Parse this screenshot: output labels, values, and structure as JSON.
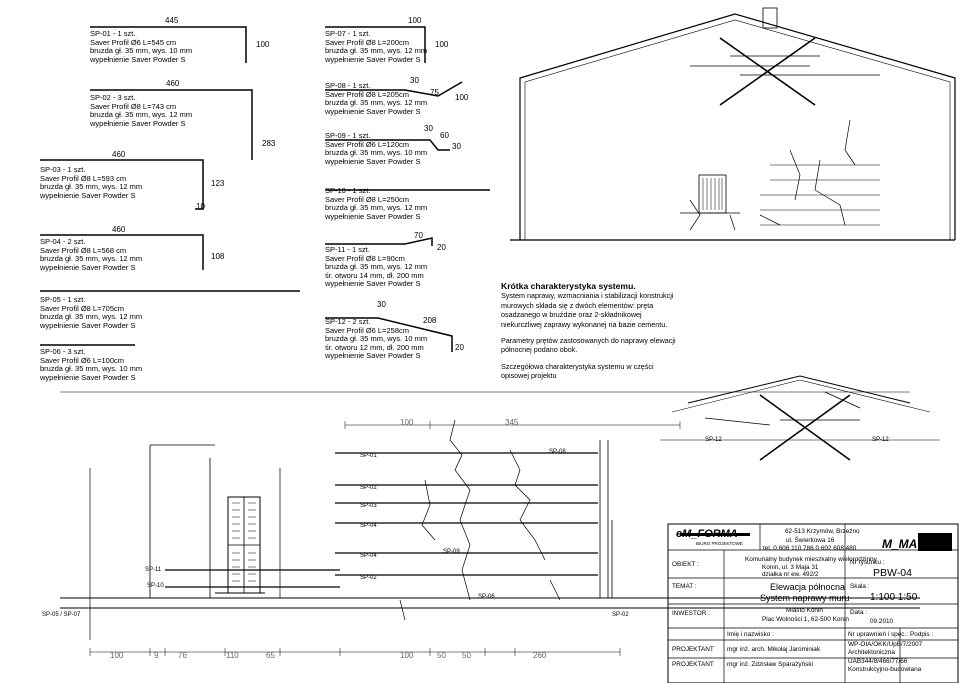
{
  "bars": {
    "sp01": [
      "SP-01 - 1 szt.",
      "Saver Profil Ø6 L=545 cm",
      "bruzda gł. 35 mm, wys. 10 mm",
      "wypełnienie Saver Powder S"
    ],
    "sp07": [
      "SP-07 - 1 szt.",
      "Saver Profil Ø8 L=200cm",
      "bruzda gł. 35 mm, wys. 12 mm",
      "wypełnienie Saver Powder S"
    ],
    "sp02": [
      "SP-02 - 3 szt.",
      "Saver Profil Ø8 L=743 cm",
      "bruzda gł. 35 mm, wys. 12 mm",
      "wypełnienie Saver Powder S"
    ],
    "sp08": [
      "SP-08 - 1 szt.",
      "Saver Profil Ø8 L=205cm",
      "bruzda gł. 35 mm, wys. 12 mm",
      "wypełnienie Saver Powder S"
    ],
    "sp09": [
      "SP-09 - 1 szt.",
      "Saver Profil Ø6 L=120cm",
      "bruzda gł. 35 mm, wys. 10 mm",
      "wypełnienie Saver Powder S"
    ],
    "sp03": [
      "SP-03 - 1 szt.",
      "Saver Profil Ø8 L=593 cm",
      "bruzda gł. 35 mm, wys. 12 mm",
      "wypełnienie Saver Powder S"
    ],
    "sp10": [
      "SP-10 - 1 szt.",
      "Saver Profil Ø8 L=250cm",
      "bruzda gł. 35 mm, wys. 12 mm",
      "wypełnienie Saver Powder S"
    ],
    "sp04": [
      "SP-04 - 2 szt.",
      "Saver Profil Ø8 L=568 cm",
      "bruzda gł. 35 mm, wys. 12 mm",
      "wypełnienie Saver Powder S"
    ],
    "sp11": [
      "SP-11 - 1 szt.",
      "Saver Profil Ø8 L=90cm",
      "bruzda gł. 35 mm, wys. 12 mm",
      "śr. otworu 14 mm, dł. 200 mm",
      "wypełnienie Saver Powder S"
    ],
    "sp05": [
      "SP-05 - 1 szt.",
      "Saver Profil Ø8 L=705cm",
      "bruzda gł. 35 mm, wys. 12 mm",
      "wypełnienie Saver Powder S"
    ],
    "sp12": [
      "SP-12 - 2 szt.",
      "Saver Profil Ø6 L=258cm",
      "bruzda gł. 35 mm, wys. 10 mm",
      "śr. otworu 12 mm, dł. 200 mm",
      "wypełnienie Saver Powder S"
    ],
    "sp06": [
      "SP-06 - 3 szt.",
      "Saver Profil Ø6 L=100cm",
      "bruzda gł. 35 mm, wys. 10 mm",
      "wypełnienie Saver Powder S"
    ]
  },
  "dims": {
    "d0": "445",
    "d1": "100",
    "d2": "100",
    "d3": "100",
    "d4": "460",
    "d5": "283",
    "d6": "460",
    "d7": "123",
    "d8": "10",
    "d9": "30",
    "d10": "75",
    "d11": "100",
    "d12": "30",
    "d13": "60",
    "d14": "30",
    "d15": "460",
    "d16": "108",
    "d17": "70",
    "d18": "20",
    "d19": "30",
    "d20": "208",
    "d21": "20"
  },
  "description": {
    "heading": "Krótka charakterystyka systemu.",
    "lines": [
      "System naprawy, wzmacniania i stabilizacji konstrukcji",
      "murowych składa się z dwóch elementów: pręta",
      "osadzanego w bruździe oraz 2-składnikowej",
      "niekurczliwej zaprawy wykonanej na bazie cementu.",
      "",
      "Parametry prętów zastosowanych do naprawy elewacji",
      "północnej podano obok.",
      "Szczegółowa charakterystyka systemu w części",
      "opisowej projektu"
    ]
  },
  "elevation": {
    "labels": {
      "12a": "SP-12",
      "12b": "SP-12",
      "sp01": "SP-01",
      "sp08": "SP-08",
      "sp02": "SP-02",
      "sp03": "SP-03",
      "sp04": "SP-04",
      "sp09": "SP-09",
      "sp04b": "SP-04",
      "sp02b": "SP-02",
      "sp11": "SP-11",
      "sp10": "SP-10",
      "sp06": "SP-06",
      "sp05": "SP-05 / SP-07",
      "sp02c": "SP-02"
    },
    "dims": {
      "top100": "100",
      "top345": "345",
      "b100": "100",
      "b9": "9",
      "b76": "76",
      "b110": "110",
      "b65": "65",
      "b100b": "100",
      "b50a": "50",
      "b50b": "50",
      "b260": "260"
    }
  },
  "titleblock": {
    "company": "eM_FORMA",
    "company_sub": "BIURO PROJEKTOWE",
    "address": [
      "62-513 Krzymów, Brzeźno",
      "ul. Świerkowa 16",
      "tel. 0 606 110 786  0 602 608 480"
    ],
    "logo_mark": "M_MA",
    "object_label": "OBIEKT :",
    "object": [
      "Komunalny budynek mieszkalny wielorodzinny",
      "Konin, ul. 3 Maja 31",
      "działka nr ew. 492/2"
    ],
    "drawing_no_label": "Nr rysunku :",
    "drawing_no": "PBW-04",
    "topic_label": "TEMAT :",
    "topic": [
      "Elewacja północna",
      "System naprawy muru"
    ],
    "scale_label": "Skala :",
    "scale": "1:100   1:50",
    "investor_label": "INWESTOR :",
    "investor": [
      "Miasto Konin",
      "Plac Wolności 1, 62-500 Konin"
    ],
    "date_label": "Data :",
    "date": "09.2010",
    "name_header": "Imię i nazwisko :",
    "license_header": "Nr uprawnień i spec.:",
    "signature_header": "Podpis :",
    "rows": [
      {
        "role": "PROJEKTANT",
        "name": "mgr inż. arch. Mikołaj Jarominiak",
        "license": [
          "WP-OIA/OKK/UpB/7/2007",
          "Architektoniczna"
        ]
      },
      {
        "role": "PROJEKTANT",
        "name": "mgr inż. Zdzisław Sparażyński",
        "license": [
          "UAB344/8/466/77/66",
          "Konstrukcyjno-budowlana"
        ]
      }
    ]
  }
}
